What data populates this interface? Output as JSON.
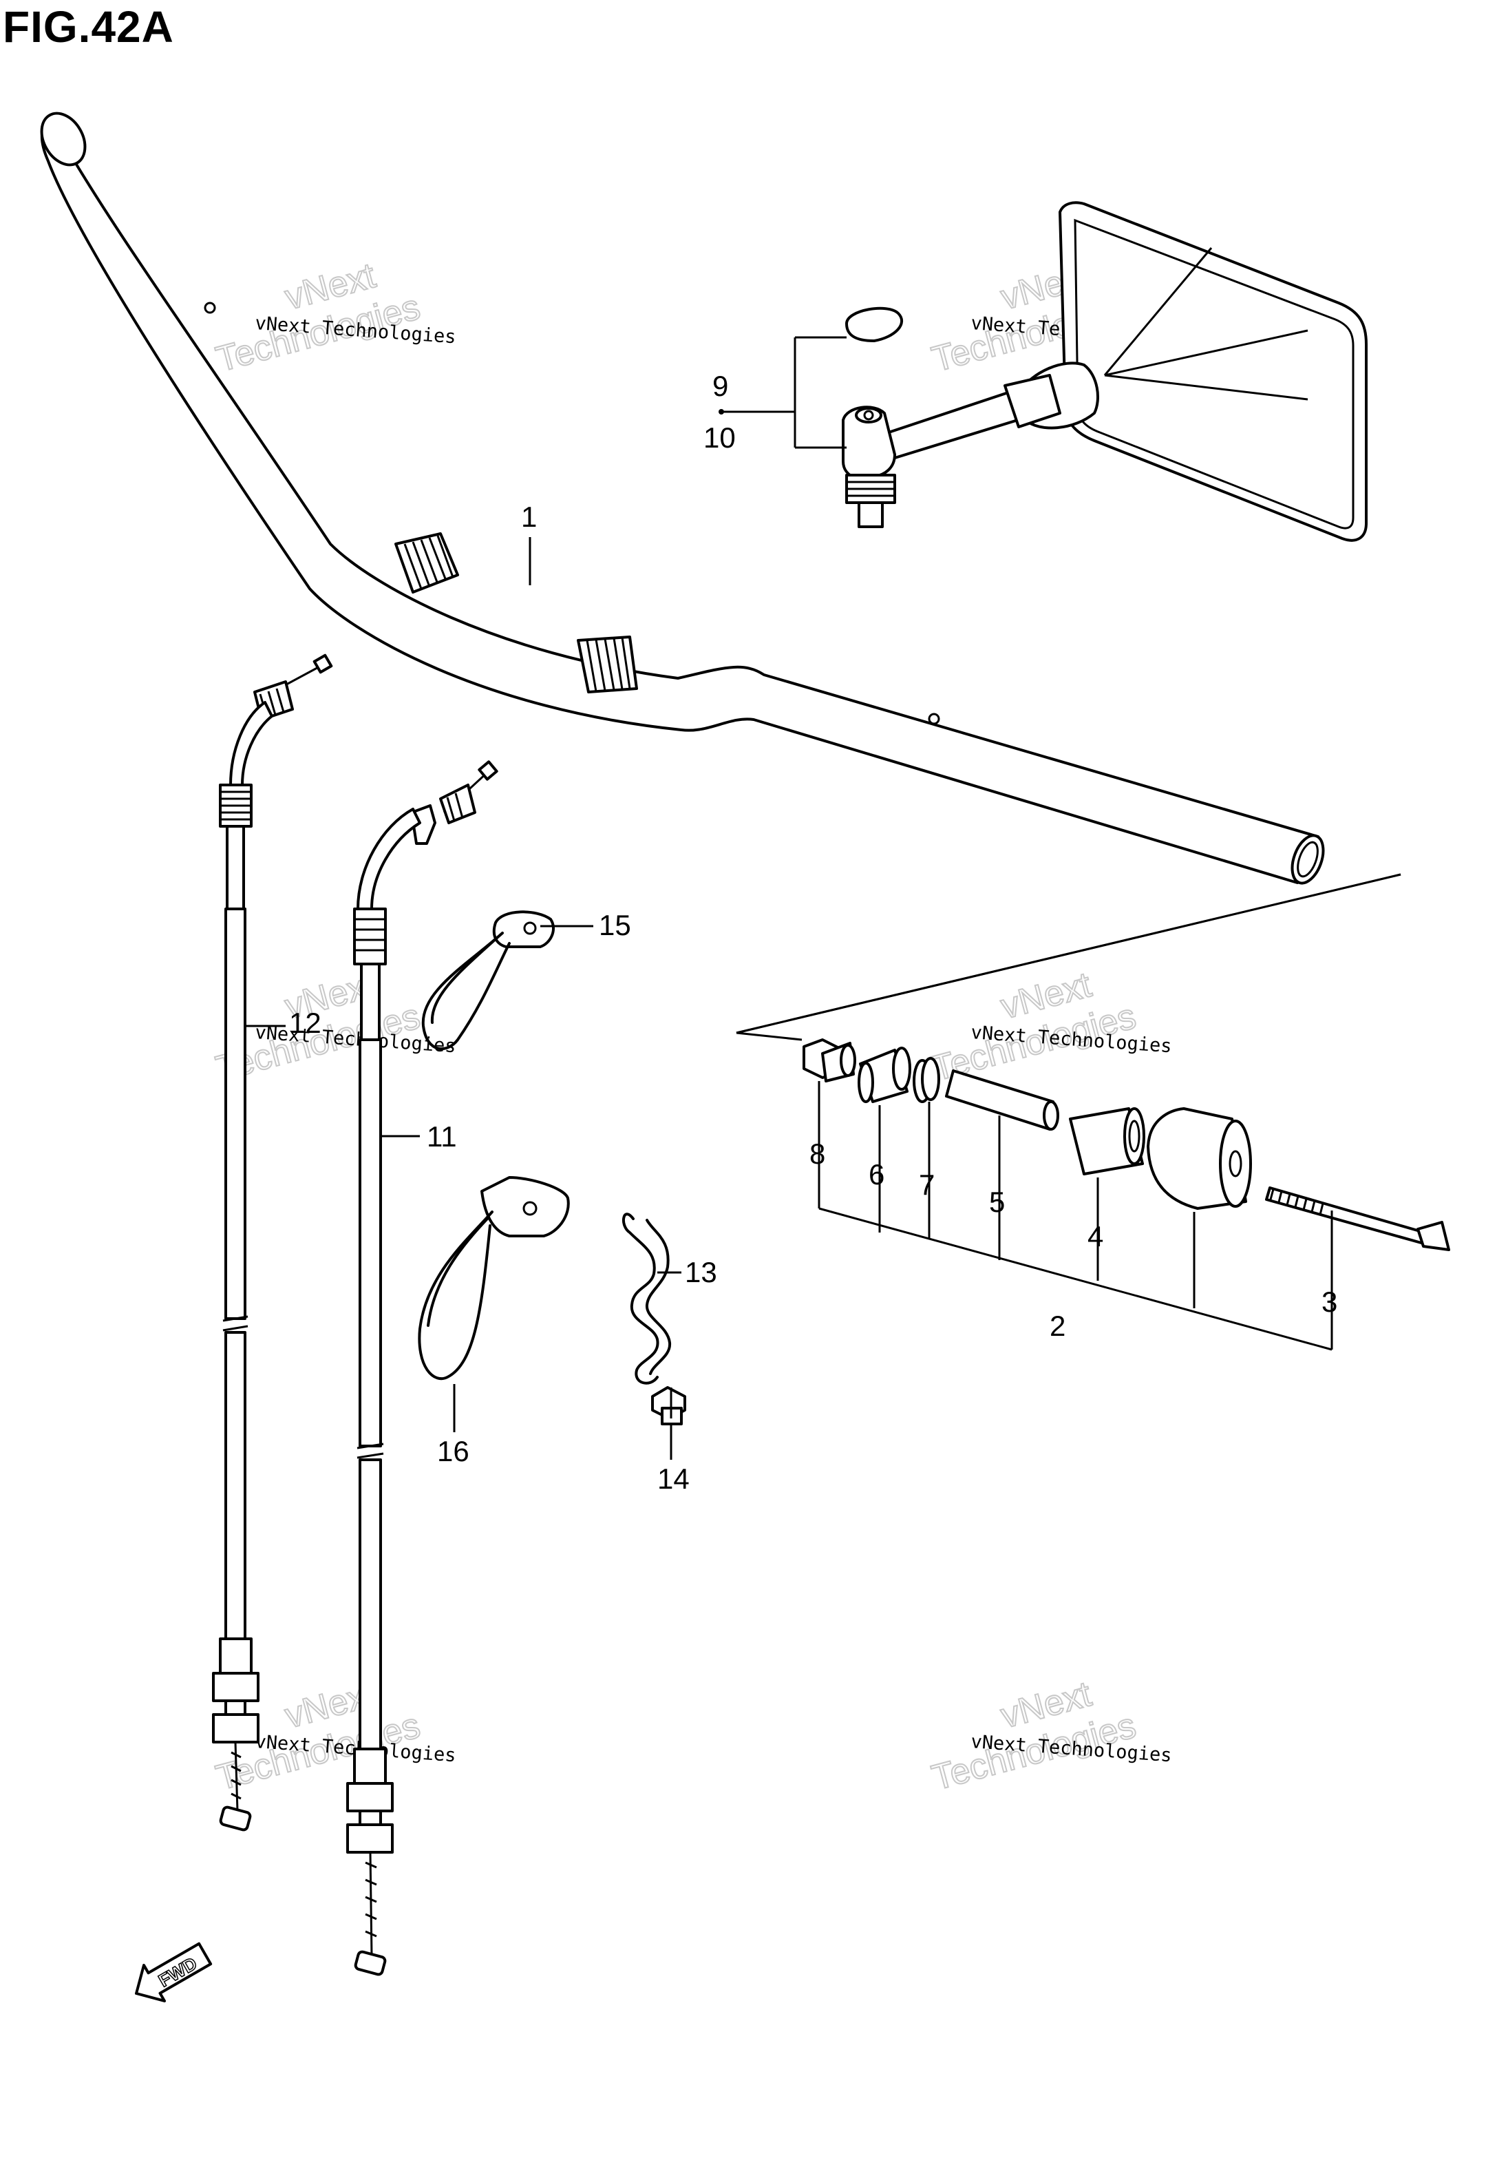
{
  "figure": {
    "title": "FIG.42A"
  },
  "callouts": {
    "c1": "1",
    "c2": "2",
    "c3": "3",
    "c4": "4",
    "c5": "5",
    "c6": "6",
    "c7": "7",
    "c8": "8",
    "c9": "9",
    "c10": "10",
    "c11": "11",
    "c12": "12",
    "c13": "13",
    "c14": "14",
    "c15": "15",
    "c16": "16"
  },
  "direction_marker": {
    "label": "FWD"
  },
  "watermarks": {
    "brand": "vNext",
    "small": "vNext Technologies",
    "large": "Technologies"
  }
}
